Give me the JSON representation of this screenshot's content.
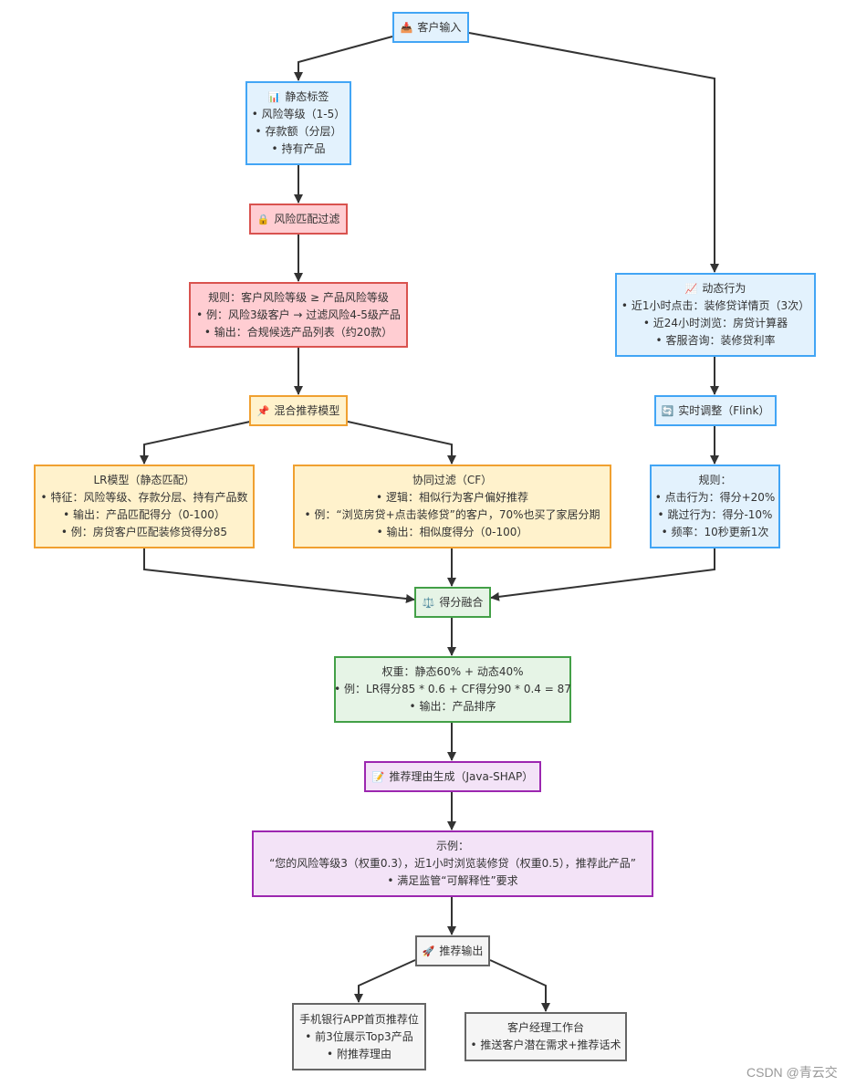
{
  "nodes": {
    "input": {
      "icon": "📥",
      "title": "客户输入"
    },
    "static": {
      "icon": "📊",
      "title": "静态标签",
      "lines": [
        "• 风险等级（1-5）",
        "• 存款额（分层）",
        "• 持有产品"
      ]
    },
    "risk_filter": {
      "icon": "🔒",
      "title": "风险匹配过滤"
    },
    "rule": {
      "lines": [
        "规则：客户风险等级 ≥ 产品风险等级",
        "• 例：风险3级客户 → 过滤风险4-5级产品",
        "• 输出：合规候选产品列表（约20款）"
      ]
    },
    "hybrid": {
      "icon": "📌",
      "title": "混合推荐模型"
    },
    "lr": {
      "lines": [
        "LR模型（静态匹配）",
        "• 特征：风险等级、存款分层、持有产品数",
        "• 输出：产品匹配得分（0-100）",
        "• 例：房贷客户匹配装修贷得分85"
      ]
    },
    "cf": {
      "lines": [
        "协同过滤（CF）",
        "• 逻辑：相似行为客户偏好推荐",
        "• 例：“浏览房贷+点击装修贷”的客户，70%也买了家居分期",
        "• 输出：相似度得分（0-100）"
      ]
    },
    "dynamic": {
      "icon": "📈",
      "title": "动态行为",
      "lines": [
        "• 近1小时点击：装修贷详情页（3次）",
        "• 近24小时浏览：房贷计算器",
        "• 客服咨询：装修贷利率"
      ]
    },
    "realtime": {
      "icon": "🔄",
      "title": "实时调整（Flink）"
    },
    "rt_rule": {
      "lines": [
        "规则：",
        "• 点击行为：得分+20%",
        "• 跳过行为：得分-10%",
        "• 频率：10秒更新1次"
      ]
    },
    "fusion": {
      "icon": "⚖️",
      "title": "得分融合"
    },
    "weight": {
      "lines": [
        "权重：静态60% + 动态40%",
        "• 例：LR得分85 * 0.6 + CF得分90 * 0.4 = 87",
        "• 输出：产品排序"
      ]
    },
    "reason": {
      "icon": "📝",
      "title": "推荐理由生成（Java-SHAP）"
    },
    "example": {
      "lines": [
        "示例：",
        "“您的风险等级3（权重0.3），近1小时浏览装修贷（权重0.5），推荐此产品”",
        "• 满足监管“可解释性”要求"
      ]
    },
    "output": {
      "icon": "🚀",
      "title": "推荐输出"
    },
    "app": {
      "lines": [
        "手机银行APP首页推荐位",
        "• 前3位展示Top3产品",
        "• 附推荐理由"
      ]
    },
    "manager": {
      "lines": [
        "客户经理工作台",
        "• 推送客户潜在需求+推荐话术"
      ]
    }
  },
  "colors": {
    "edge": "#333333",
    "blue_fill": "#e3f2fd",
    "blue_border": "#42a5f5",
    "red_fill": "#ffcdd2",
    "red_border": "#d9534f",
    "orange_fill": "#fff2cc",
    "orange_border": "#f0a030",
    "green_fill": "#e6f4e6",
    "green_border": "#43a047",
    "purple_fill": "#f3e3f7",
    "purple_border": "#9c27b0",
    "gray_fill": "#f5f5f5",
    "gray_border": "#666666"
  },
  "watermark": "CSDN @青云交"
}
